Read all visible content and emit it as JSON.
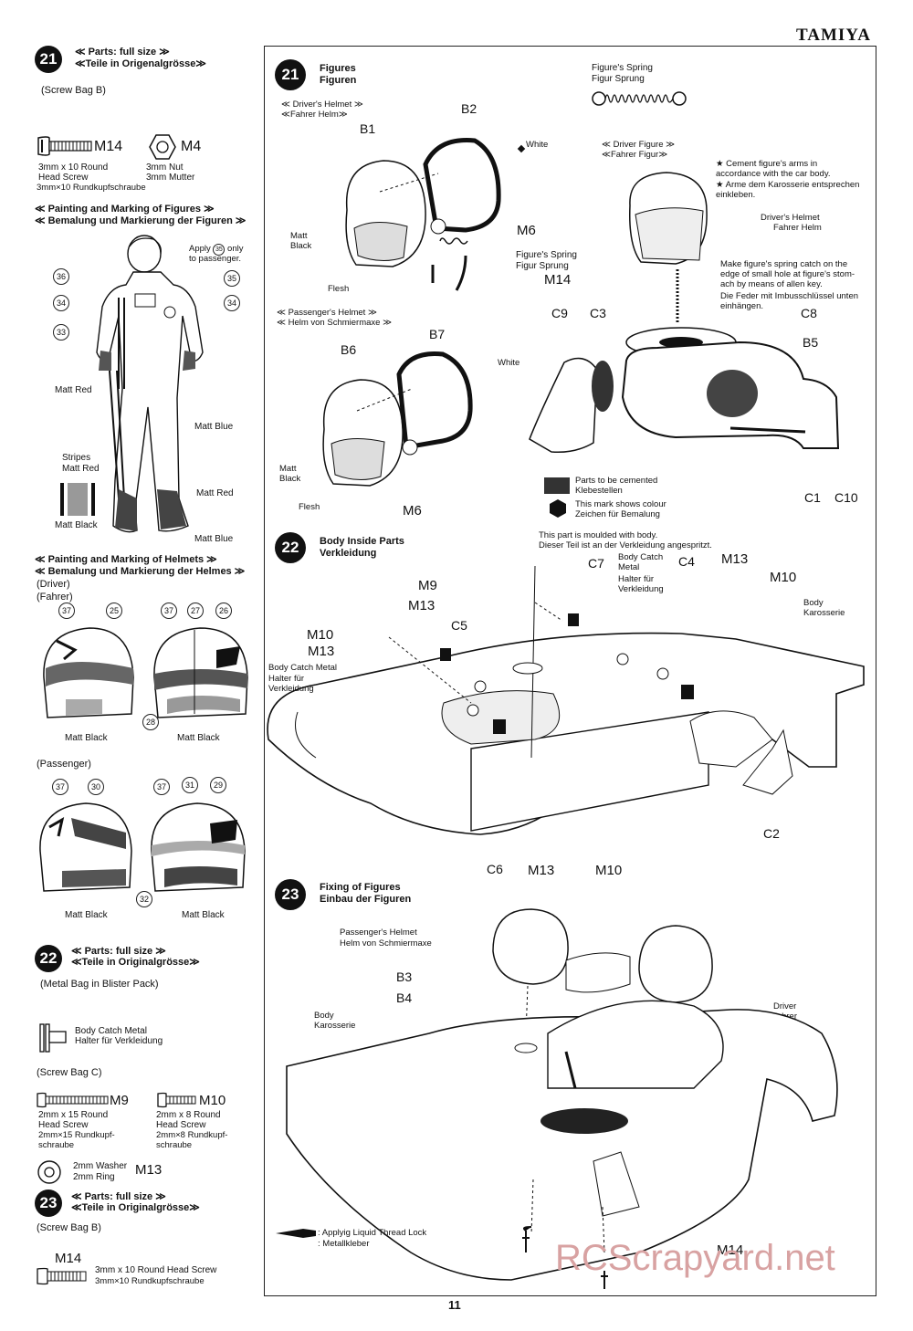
{
  "brand": "TAMIYA",
  "page_number": "11",
  "watermark": "RCScrapyard.net",
  "left": {
    "s21": {
      "num": "21",
      "head_en": "Parts: full size",
      "head_de": "Teile in Origenalgrösse",
      "bag": "(Screw Bag B)",
      "m14": {
        "code": "M14",
        "en1": "3mm x 10 Round",
        "en2": "Head Screw",
        "de": "3mm×10 Rundkupfschraube"
      },
      "m4": {
        "code": "M4",
        "en": "3mm Nut",
        "de": "3mm Mutter"
      }
    },
    "painting_figures": {
      "en": "Painting and Marking of Figures",
      "de": "Bemalung und Markierung der Figuren",
      "apply1": "Apply",
      "apply_num": "35",
      "apply2": "only",
      "apply3": "to passenger.",
      "decals": [
        "36",
        "35",
        "34",
        "34",
        "33"
      ],
      "matt_red": "Matt Red",
      "matt_blue": "Matt Blue",
      "stripes": "Stripes",
      "stripes_red": "Matt Red",
      "matt_red2": "Matt Red",
      "matt_black": "Matt Black",
      "matt_blue2": "Matt Blue"
    },
    "painting_helmets": {
      "en": "Painting and Marking of Helmets",
      "de": "Bemalung und Markierung der Helmes",
      "driver": "(Driver)",
      "driver_de": "(Fahrer)",
      "driver_nums_a": [
        "37",
        "25"
      ],
      "driver_nums_b": [
        "37",
        "27",
        "26"
      ],
      "driver_num_c": "28",
      "matt_black_a": "Matt Black",
      "matt_black_b": "Matt Black",
      "passenger": "(Passenger)",
      "pass_nums_a": [
        "37",
        "30"
      ],
      "pass_nums_b": [
        "37",
        "31",
        "29"
      ],
      "pass_num_c": "32",
      "matt_black_c": "Matt Black",
      "matt_black_d": "Matt Black"
    },
    "s22": {
      "num": "22",
      "head_en": "Parts: full size",
      "head_de": "Teile in Originalgrösse",
      "bag": "(Metal Bag in Blister Pack)",
      "catch_en": "Body Catch Metal",
      "catch_de": "Halter für Verkleidung",
      "bag_c": "(Screw Bag C)",
      "m9": {
        "code": "M9",
        "en1": "2mm x 15 Round",
        "en2": "Head Screw",
        "de1": "2mm×15 Rundkupf-",
        "de2": "schraube"
      },
      "m10": {
        "code": "M10",
        "en1": "2mm x 8 Round",
        "en2": "Head Screw",
        "de1": "2mm×8 Rundkupf-",
        "de2": "schraube"
      },
      "m13": {
        "code": "M13",
        "en": "2mm Washer",
        "de": "2mm Ring"
      }
    },
    "s23": {
      "num": "23",
      "head_en": "Parts: full size",
      "head_de": "Teile in Originalgrösse",
      "bag": "(Screw Bag B)",
      "m14": {
        "code": "M14",
        "en": "3mm x 10 Round Head Screw",
        "de": "3mm×10 Rundkupfschraube"
      }
    }
  },
  "right": {
    "s21": {
      "num": "21",
      "title_en": "Figures",
      "title_de": "Figuren",
      "spring_en": "Figure's Spring",
      "spring_de": "Figur Sprung",
      "driver_helmet_en": "Driver's Helmet",
      "driver_helmet_de": "Fahrer Helm",
      "b1": "B1",
      "b2": "B2",
      "white1": "White",
      "matt_black1": "Matt",
      "matt_black1b": "Black",
      "flesh1": "Flesh",
      "m6a": "M6",
      "spring2_en": "Figure's Spring",
      "spring2_de": "Figur Sprung",
      "m14": "M14",
      "pass_helmet_en": "Passenger's Helmet",
      "pass_helmet_de": "Helm von Schmiermaxe",
      "b6": "B6",
      "b7": "B7",
      "white2": "White",
      "matt_black2": "Matt",
      "matt_black2b": "Black",
      "flesh2": "Flesh",
      "m6b": "M6",
      "driver_fig_en": "Driver Figure",
      "driver_fig_de": "Fahrer Figur",
      "note1_en1": "Cement figure's arms in",
      "note1_en2": "accordance with the car body.",
      "note1_de1": "Arme dem Karosserie entsprechen",
      "note1_de2": "einkleben.",
      "dh_en": "Driver's Helmet",
      "dh_de": "Fahrer Helm",
      "note2_en1": "Make figure's spring catch on the",
      "note2_en2": "edge of small hole at figure's stom-",
      "note2_en3": "ach by means of allen key.",
      "note2_de1": "Die Feder mit Imbusschlüssel unten",
      "note2_de2": "einhängen.",
      "c9": "C9",
      "c3": "C3",
      "c8": "C8",
      "b5": "B5",
      "c1": "C1",
      "c10": "C10",
      "legend1_en": "Parts to be cemented",
      "legend1_de": "Klebestellen",
      "legend2_en": "This mark shows colour",
      "legend2_de": "Zeichen für Bemalung"
    },
    "s22": {
      "num": "22",
      "title_en": "Body Inside Parts",
      "title_de": "Verkleidung",
      "moulded_en": "This part is moulded with body.",
      "moulded_de": "Dieser Teil ist an der Verkleidung angespritzt.",
      "m9": "M9",
      "m13a": "M13",
      "c7": "C7",
      "catch1_en1": "Body Catch",
      "catch1_en2": "Metal",
      "catch1_de1": "Halter für",
      "catch1_de2": "Verkleidung",
      "c4": "C4",
      "m13b": "M13",
      "m10a": "M10",
      "body_en": "Body",
      "body_de": "Karosserie",
      "m10b": "M10",
      "m13c": "M13",
      "c5": "C5",
      "catch2_en": "Body Catch Metal",
      "catch2_de1": "Halter für",
      "catch2_de2": "Verkleidung",
      "c6": "C6",
      "m13d": "M13",
      "m10c": "M10",
      "c2": "C2"
    },
    "s23": {
      "num": "23",
      "title_en": "Fixing of Figures",
      "title_de": "Einbau der Figuren",
      "pass_helmet_en": "Passenger's Helmet",
      "pass_helmet_de": "Helm von Schmiermaxe",
      "b3": "B3",
      "b4": "B4",
      "driver_en": "Driver",
      "driver_de": "Fahrer",
      "body_en": "Body",
      "body_de": "Karosserie",
      "lock_en": ": Applyig Liquid Thread Lock",
      "lock_de": ": Metallkleber",
      "m14": "M14"
    }
  }
}
